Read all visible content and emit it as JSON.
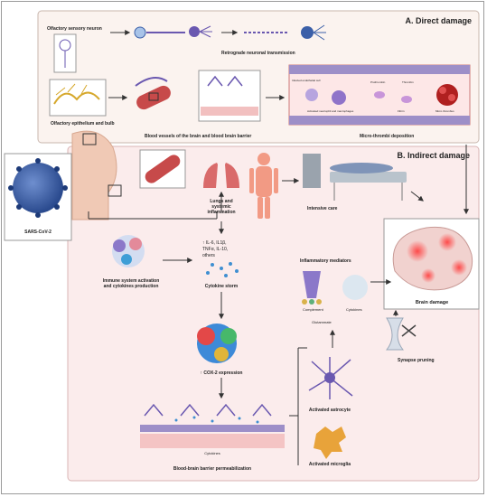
{
  "sections": {
    "direct_title": "A. Direct damage",
    "indirect_title": "B. Indirect damage"
  },
  "direct": {
    "olfactory_neuron": "Olfactory sensory neuron",
    "retrograde": "Retrograde neuronal transmission",
    "epithelium": "Olfactory epithelium and bulb",
    "vessels": "Blood vessels of the brain and blood brain barrier",
    "microthrombi": "Micro-thrombi deposition",
    "inset_labels": {
      "infected_cell": "Infected endothelial cell",
      "prothrombin": "Prothrombin",
      "thrombin": "Thrombin",
      "neutrophil": "Activated neutrophil and macrophages",
      "fibrin": "Fibrin",
      "microthrombus": "Micro thrombus"
    }
  },
  "virus_label": "SARS-CoV-2",
  "indirect": {
    "lungs": [
      "Lungs and",
      "systemic",
      "inflammation"
    ],
    "intensive": "Intensive care",
    "immune": [
      "Immune system activation",
      "and cytokines production"
    ],
    "cytokine_list": [
      "↑ IL-6, IL1β,",
      "TNFα, IL-10,",
      "others"
    ],
    "storm": "Cytokine storm",
    "cox2": "↑ COX-2 expression",
    "bbb_cytokines": "Cytokines",
    "bbb": "Blood-brain barrier permeabilization",
    "mediators": "Inflammatory mediators",
    "complement": "Complement",
    "cytokines2": "Cytokines",
    "glutammate": "Glutammate",
    "brain_damage": "Brain damage",
    "synapse": "Synapse pruning",
    "astrocyte": "Activated astrocyte",
    "microglia": "Activated microglia"
  },
  "colors": {
    "direct_bg": "#fbf3ef",
    "indirect_bg": "#fbecec",
    "arrow": "#333333",
    "blood": "#d14c4c",
    "neuron": "#6a58b0",
    "virus": "#3b5fa8"
  }
}
